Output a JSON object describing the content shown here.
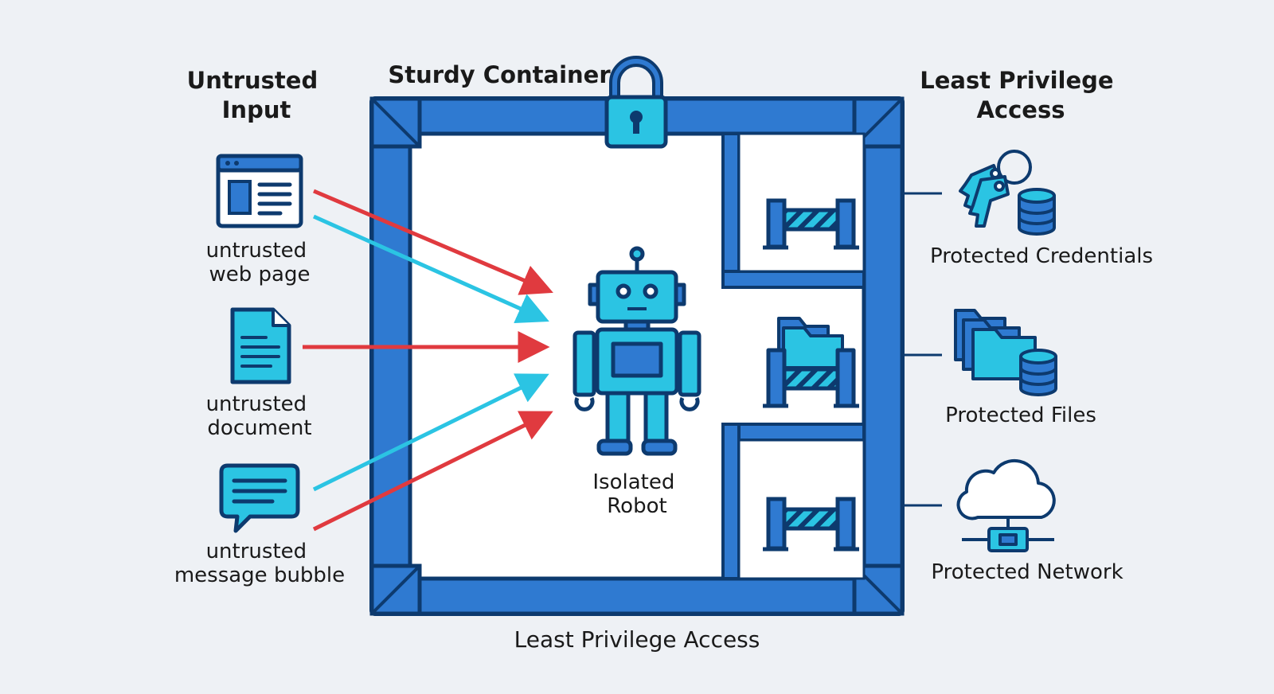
{
  "titles": {
    "input": [
      "Untrusted",
      "Input"
    ],
    "container": "Sturdy Container",
    "access": [
      "Least Privilege",
      "Access"
    ],
    "footer": "Least Privilege Access"
  },
  "inputs": [
    {
      "lines": [
        "untrusted",
        "web page"
      ],
      "icon": "web-page-icon"
    },
    {
      "lines": [
        "untrusted",
        "document"
      ],
      "icon": "document-icon"
    },
    {
      "lines": [
        "untrusted",
        "message bubble"
      ],
      "icon": "message-bubble-icon"
    }
  ],
  "robot": {
    "lines": [
      "Isolated",
      "Robot"
    ],
    "icon": "robot-icon"
  },
  "resources": [
    {
      "label": "Protected Credentials",
      "icon": "keys-database-icon",
      "barrier": "barrier-icon"
    },
    {
      "label": "Protected Files",
      "icon": "folders-database-icon",
      "barrier": "folder-barrier-icon"
    },
    {
      "label": "Protected Network",
      "icon": "cloud-network-icon",
      "barrier": "barrier-icon"
    }
  ],
  "colors": {
    "frame": "#2f7ad1",
    "outline": "#0d3a6e",
    "accent": "#2bc4e3",
    "red_arrow": "#e03a3f",
    "cyan_arrow": "#2bc4e3",
    "background": "#eef1f5"
  }
}
